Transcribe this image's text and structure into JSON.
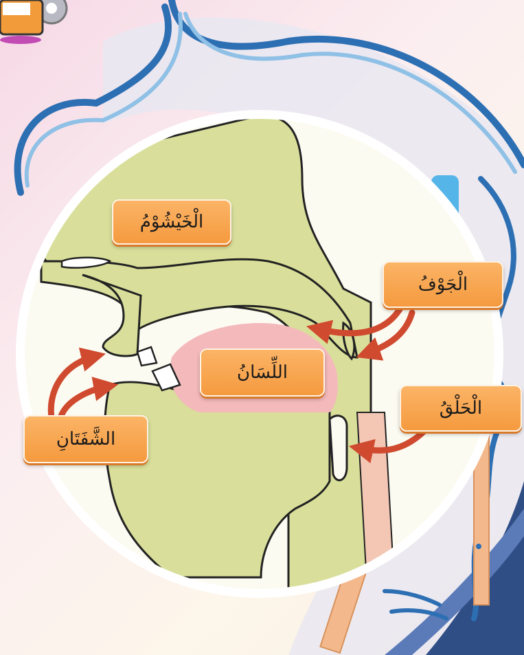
{
  "labels": {
    "nasal_cavity": "الْخَيْشُوْمُ",
    "oral_cavity": "الْجَوْفُ",
    "tongue": "اللِّسَانُ",
    "throat": "الْحَلْقُ",
    "lips": "الشَّفَتَانِ"
  },
  "colors": {
    "label_fill": "#f59a3f",
    "tissue": "#d9df9a",
    "tongue": "#f4b9bb",
    "arrow": "#cf4a2e",
    "head_outline": "#2d6fb3",
    "circle_fill": "#fcfbf2"
  },
  "icons": {
    "corner": "gear-tablet-icon"
  }
}
